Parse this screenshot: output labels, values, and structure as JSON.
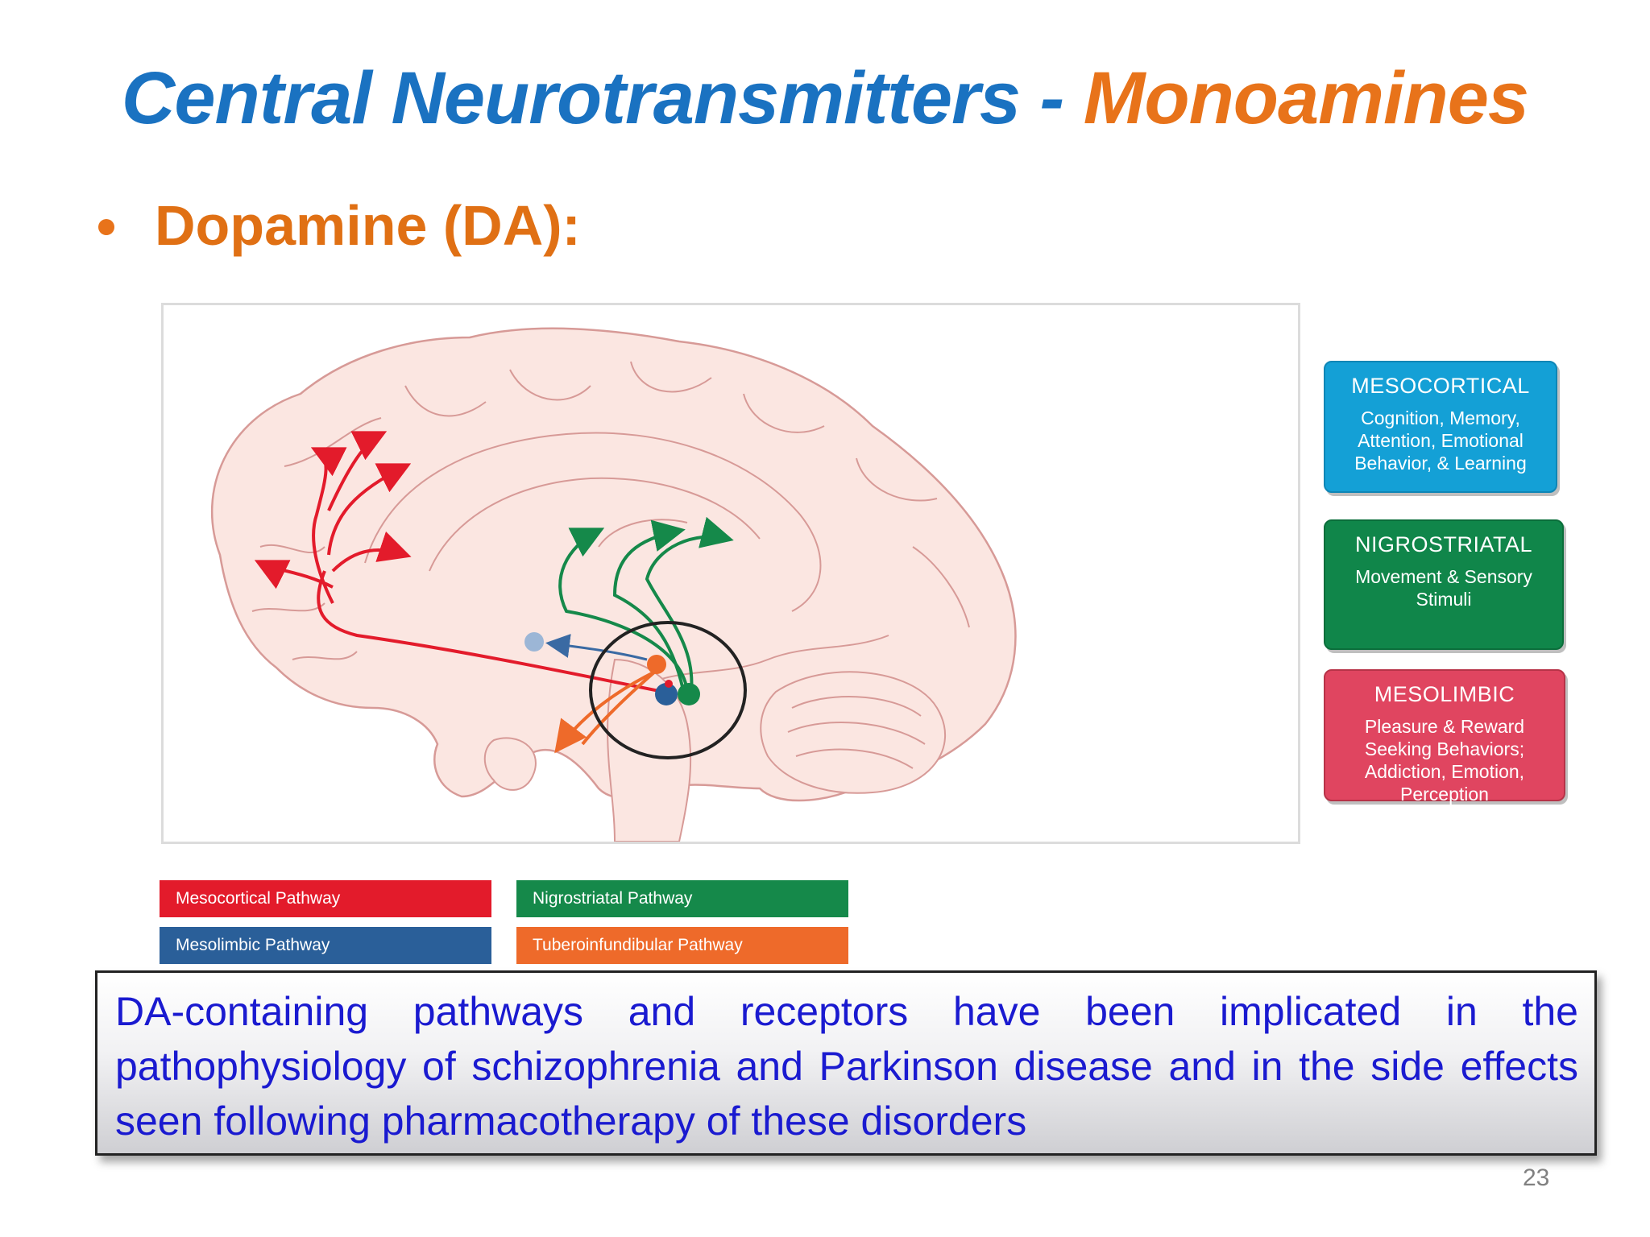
{
  "slide": {
    "title_part1": "Central Neurotransmitters",
    "title_sep": " - ",
    "title_part2": "Monoamines",
    "bullet": "Dopamine (DA):",
    "page_number": "23"
  },
  "info_boxes": {
    "mesocortical": {
      "heading": "MESOCORTICAL",
      "body": "Cognition, Memory, Attention, Emotional Behavior, & Learning",
      "color": "#14a0d6"
    },
    "nigrostriatal": {
      "heading": "NIGROSTRIATAL",
      "body": "Movement & Sensory Stimuli",
      "color": "#10864a"
    },
    "mesolimbic": {
      "heading": "MESOLIMBIC",
      "body": "Pleasure & Reward Seeking Behaviors; Addiction, Emotion, Perception",
      "color": "#e04560"
    }
  },
  "legend": {
    "mesocortical": {
      "label": "Mesocortical Pathway",
      "color": "#e31b2b"
    },
    "nigrostriatal": {
      "label": "Nigrostriatal Pathway",
      "color": "#15894a"
    },
    "mesolimbic": {
      "label": "Mesolimbic Pathway",
      "color": "#2a5f99"
    },
    "tuberoinfundibular": {
      "label": "Tuberoinfundibular Pathway",
      "color": "#ee6a2a"
    }
  },
  "callout": {
    "text": "DA-containing pathways and receptors have been implicated in the pathophysiology of schizophrenia and Parkinson disease and in the side effects seen following pharmacotherapy of these disorders"
  }
}
